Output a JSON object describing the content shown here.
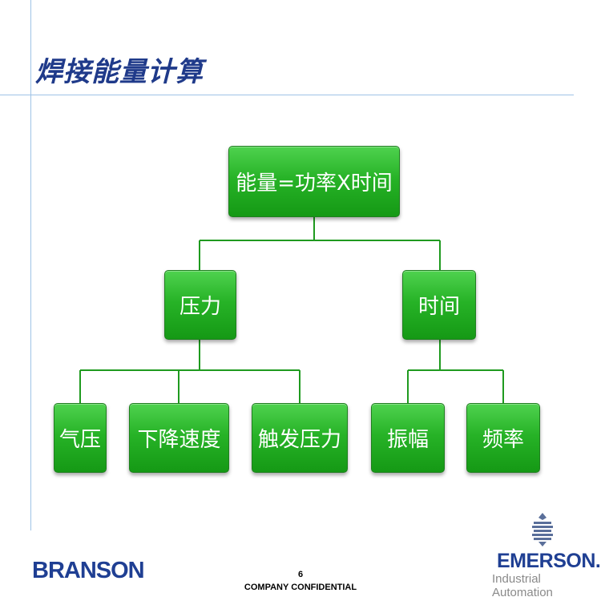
{
  "slide": {
    "title": "焊接能量计算",
    "page_number": "6",
    "footer": "COMPANY CONFIDENTIAL"
  },
  "diagram": {
    "root": "能量=功率X时间",
    "level1": [
      "压力",
      "时间"
    ],
    "pressure_children": [
      "气压",
      "下降速度",
      "触发压力"
    ],
    "time_children": [
      "振幅",
      "频率"
    ]
  },
  "branding": {
    "left_logo": "BRANSON",
    "right_logo_name": "EMERSON.",
    "right_logo_sub": "Industrial Automation"
  },
  "colors": {
    "node_green": "#27b327",
    "connector": "#1f9a1f",
    "title_blue": "#1f3a8a",
    "guide_line": "#9fc3e6"
  }
}
